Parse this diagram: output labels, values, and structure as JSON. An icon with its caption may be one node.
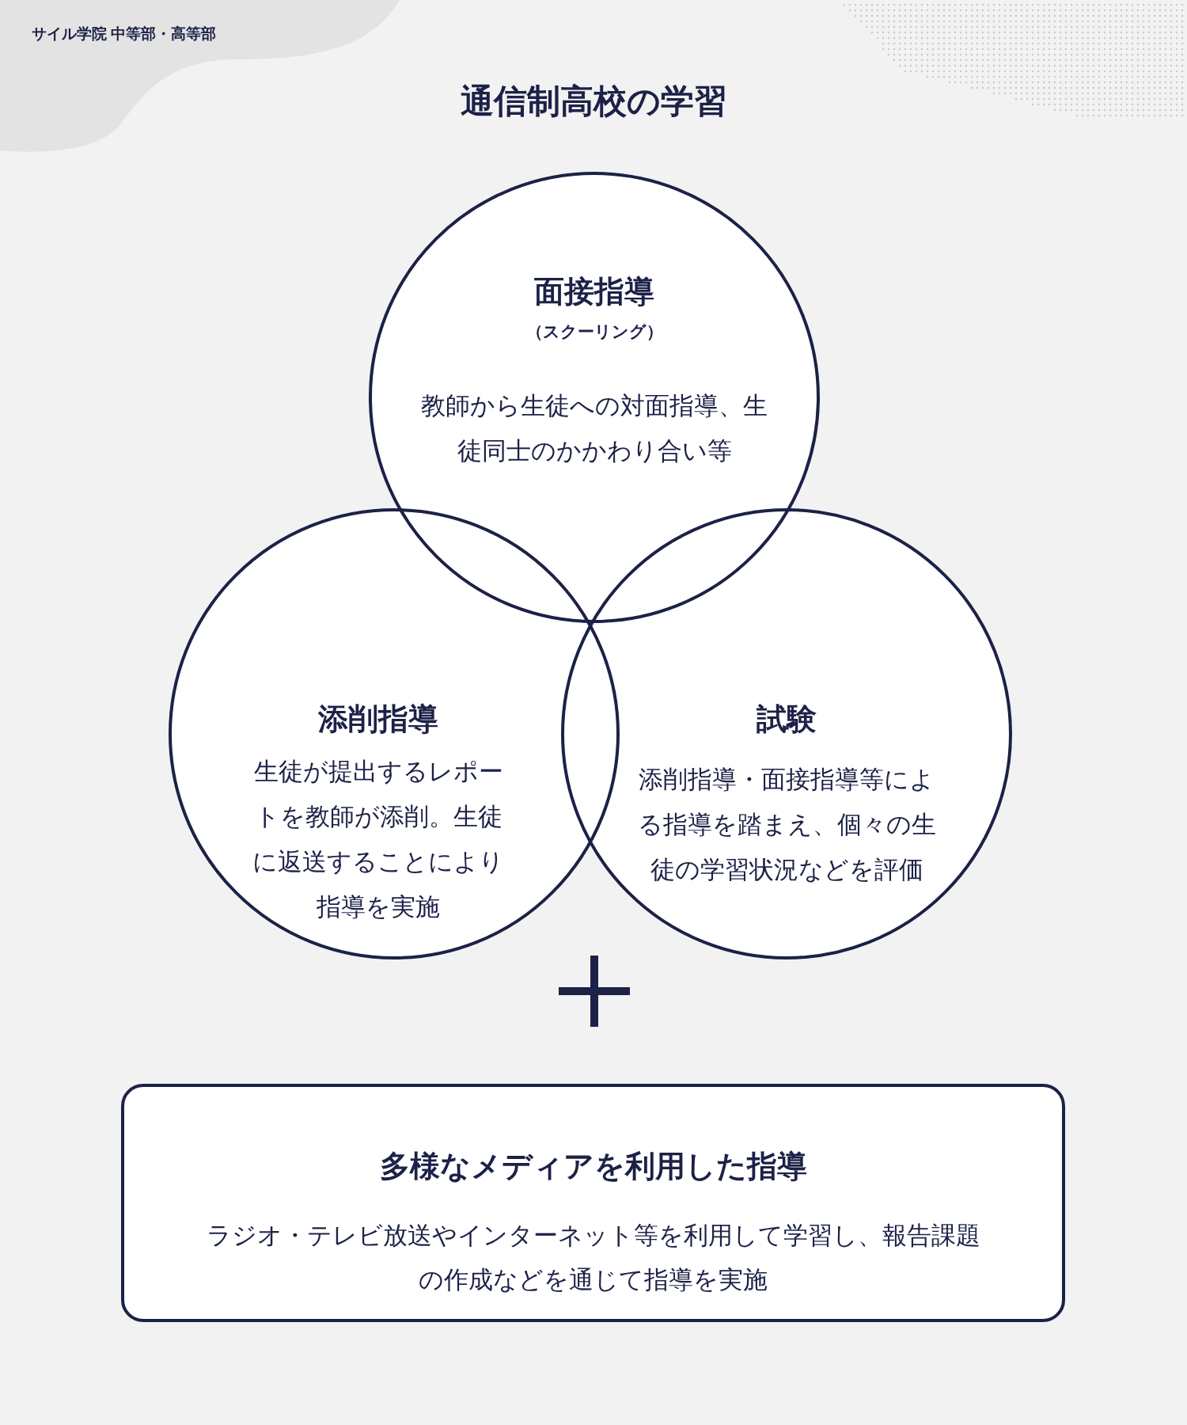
{
  "diagram": {
    "title": "通信制高校の学習",
    "nodes": [
      {
        "text": [
          "面接指導",
          "（スクーリング）",
          "教師から生徒への対面指導、生徒同士のかかわり合い等"
        ]
      },
      {
        "text": [
          "添削指導",
          "生徒が提出するレポートを教師が添削。生徒に返送することにより指導を実施"
        ]
      },
      {
        "text": [
          "試験",
          "添削指導・面接指導等による指導を踏まえ、個々の生徒の学習状況などを評価"
        ]
      },
      {
        "text": [
          "多様なメディアを利用した指導",
          "ラジオ・テレビ放送やインターネット等を利用して学習し、報告課題の作成などを通じて指導を実施"
        ]
      }
    ],
    "labels": [
      "サイル学院 中等部・高等部"
    ]
  }
}
